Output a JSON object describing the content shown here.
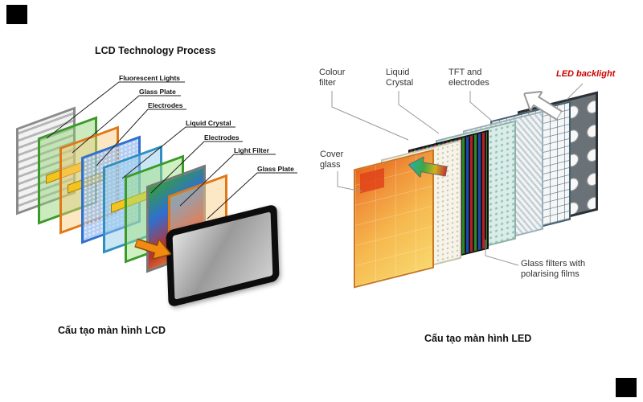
{
  "lcd": {
    "title": "LCD Technology Process",
    "labels": [
      "Fluorescent Lights",
      "Glass Plate",
      "Electrodes",
      "Liquid Crystal",
      "Electrodes",
      "Light Filter",
      "Glass Plate"
    ],
    "caption": "Cấu tạo màn hình LCD"
  },
  "led": {
    "labels": {
      "colour_filter": "Colour filter",
      "liquid_crystal": "Liquid Crystal",
      "tft": "TFT and electrodes",
      "led_backlight": "LED backlight",
      "cover_glass": "Cover glass",
      "glass_filters": "Glass filters with polarising films"
    },
    "caption": "Cấu tạo màn hình LED"
  },
  "colors": {
    "led_backlight_label": "#cc0000",
    "label_text": "#1a1a1a",
    "leader_line_left": "#222222",
    "leader_line_right": "#999999"
  }
}
